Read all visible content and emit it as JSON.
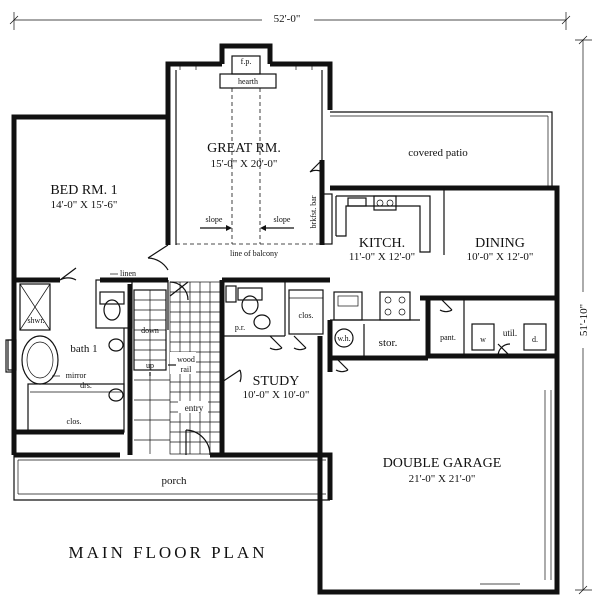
{
  "title": "MAIN FLOOR PLAN",
  "dimensions": {
    "width": "52'-0\"",
    "depth": "51'-10\""
  },
  "rooms": {
    "great_room": {
      "name": "GREAT RM.",
      "size": "15'-0\" X 20'-0\""
    },
    "bedroom": {
      "name": "BED RM. 1",
      "size": "14'-0\" X 15'-6\""
    },
    "kitchen": {
      "name": "KITCH.",
      "size": "11'-0\" X 12'-0\""
    },
    "dining": {
      "name": "DINING",
      "size": "10'-0\" X 12'-0\""
    },
    "study": {
      "name": "STUDY",
      "size": "10'-0\" X 10'-0\""
    },
    "garage": {
      "name": "DOUBLE GARAGE",
      "size": "21'-0\" X 21'-0\""
    }
  },
  "labels": {
    "fireplace": "f.p.",
    "hearth": "hearth",
    "covered_patio": "covered patio",
    "brkfst_bar": "brkfst. bar",
    "slope_left": "slope",
    "slope_right": "slope",
    "line_of_balcony": "line of balcony",
    "linen": "linen",
    "shower": "shwr.",
    "bath": "bath 1",
    "mirror": "mirror",
    "drs": "drs.",
    "closet_bed": "clos.",
    "down": "down",
    "up": "up",
    "wood_rail_1": "wood",
    "wood_rail_2": "rail",
    "entry": "entry",
    "porch": "porch",
    "powder_room": "p.r.",
    "closet_hall": "clos.",
    "water_heater": "w.h.",
    "storage": "stor.",
    "pantry": "pant.",
    "utility": "util.",
    "washer": "w",
    "dryer": "d."
  }
}
